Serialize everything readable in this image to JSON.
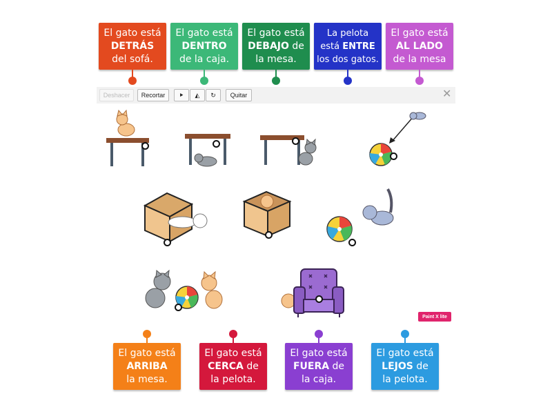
{
  "top_labels": [
    {
      "pre": "El gato está",
      "bold": "DETRÁS",
      "post": "del sofá.",
      "color": "#e34a1f"
    },
    {
      "pre": "El gato está",
      "bold": "DENTRO",
      "post": "de la caja.",
      "color": "#3cb878"
    },
    {
      "pre": "El gato está",
      "bold": "DEBAJO",
      "post_inline": "de",
      "post": "la mesa.",
      "color": "#1f8d4e"
    },
    {
      "pre": "La pelota",
      "mid_pre": "está",
      "bold": "ENTRE",
      "post": "los dos gatos.",
      "color": "#2433c7"
    },
    {
      "pre": "El gato está",
      "bold": "AL LADO",
      "post": "de la mesa",
      "color": "#c45ad1"
    }
  ],
  "bottom_labels": [
    {
      "pre": "El gato está",
      "bold": "ARRIBA",
      "post": "la mesa.",
      "color": "#f48018"
    },
    {
      "pre": "El gato está",
      "bold": "CERCA",
      "post_inline": "de",
      "post": "la pelota.",
      "color": "#d4183c"
    },
    {
      "pre": "El gato está",
      "bold": "FUERA",
      "post_inline": "de",
      "post": "la caja.",
      "color": "#8a3fd1"
    },
    {
      "pre": "El gato está",
      "bold": "LEJOS",
      "post_inline": "de",
      "post": "la pelota.",
      "color": "#2c9be0"
    }
  ],
  "toolbar": {
    "undo": "Deshacer",
    "crop": "Recortar",
    "flip_h": "⯈",
    "flip_v": "◭",
    "rotate": "↻",
    "remove": "Quitar",
    "close": "✕"
  },
  "badge": "Paint X lite"
}
